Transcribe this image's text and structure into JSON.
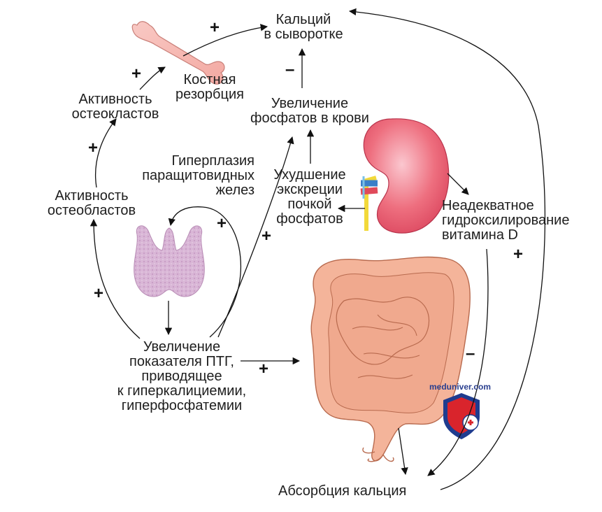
{
  "labels": {
    "calcium_serum": [
      "Кальций",
      "в сыворотке"
    ],
    "bone_resorption": [
      "Костная",
      "резорбция"
    ],
    "osteoclast_activity": [
      "Активность",
      "остеокластов"
    ],
    "phosphate_increase": [
      "Увеличение",
      "фосфатов в крови"
    ],
    "parathyroid_hyperplasia": [
      "Гиперплазия",
      "паращитовидных",
      "желез"
    ],
    "phosphate_excretion": [
      "Ухудшение",
      "экскреции",
      "почкой",
      "фосфатов"
    ],
    "osteoblast_activity": [
      "Активность",
      "остеобластов"
    ],
    "vitamin_d": [
      "Неадекватное",
      "гидроксилирование",
      "витамина D"
    ],
    "pth_increase": [
      "Увеличение",
      "показателя ПТГ,",
      "приводящее",
      "к гиперкалициемии,",
      "гиперфосфатемии"
    ],
    "calcium_absorption": "Абсорбция кальция"
  },
  "signs": {
    "plus": "+",
    "minus": "–"
  },
  "watermark": "meduniver.com"
}
